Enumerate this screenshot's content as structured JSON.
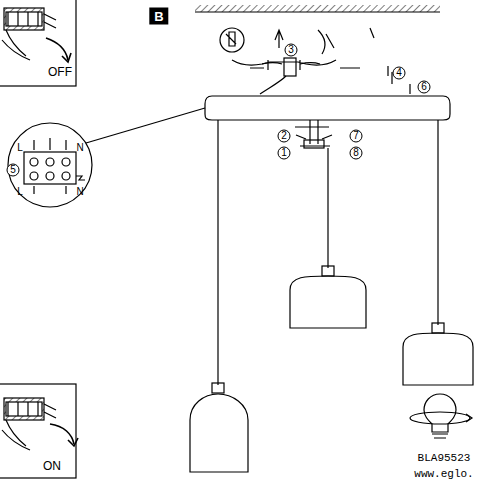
{
  "diagram": {
    "labels": [
      "OFF",
      "B",
      "3",
      "4",
      "6",
      "5",
      "L",
      "N",
      "L",
      "N",
      "2",
      "7",
      "1",
      "8",
      "ON",
      "BLA95523",
      "www.eglo."
    ]
  }
}
